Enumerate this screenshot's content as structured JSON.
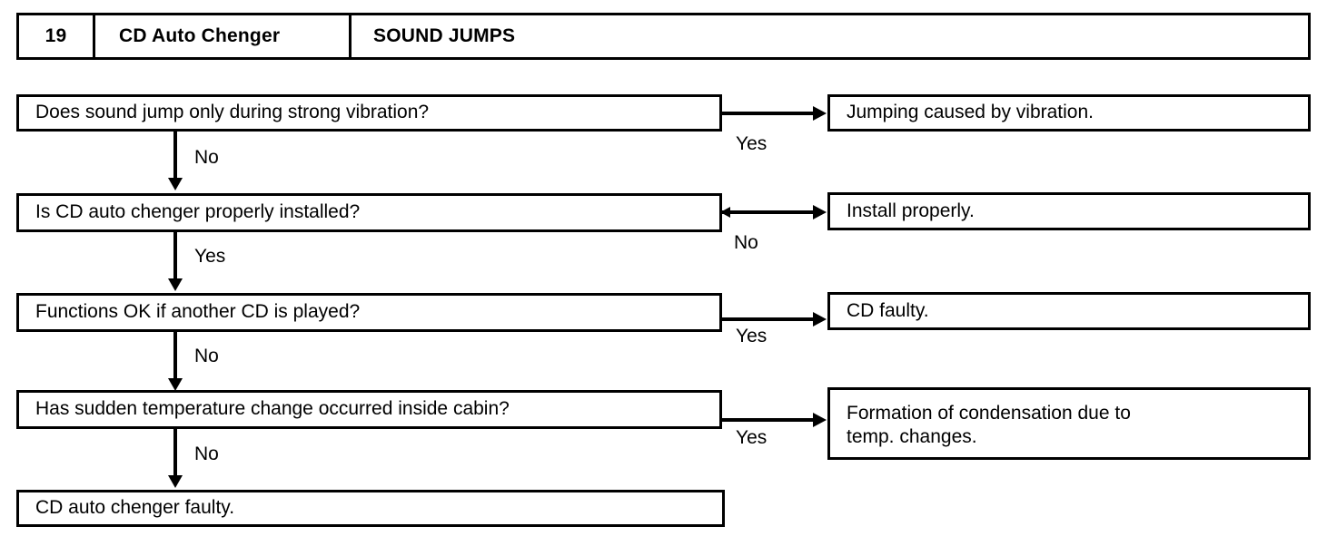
{
  "header": {
    "number": "19",
    "system": "CD Auto Chenger",
    "symptom": "SOUND JUMPS"
  },
  "colors": {
    "line": "#000000",
    "background": "#ffffff",
    "text": "#000000"
  },
  "flow": {
    "steps": [
      {
        "id": "step-1",
        "question": "Does sound jump only during strong vibration?",
        "branch_right_label": "Yes",
        "branch_right_result": "Jumping caused by vibration.",
        "branch_down_label": "No"
      },
      {
        "id": "step-2",
        "question": "Is CD auto chenger properly installed?",
        "branch_right_label": "No",
        "branch_right_result": "Install properly.",
        "branch_down_label": "Yes"
      },
      {
        "id": "step-3",
        "question": "Functions OK if another CD is played?",
        "branch_right_label": "Yes",
        "branch_right_result": "CD faulty.",
        "branch_down_label": "No"
      },
      {
        "id": "step-4",
        "question": "Has sudden temperature change occurred inside cabin?",
        "branch_right_label": "Yes",
        "branch_right_result": "Formation of condensation due to\ntemp. changes.",
        "branch_down_label": "No"
      }
    ],
    "final_result": "CD auto chenger faulty."
  }
}
